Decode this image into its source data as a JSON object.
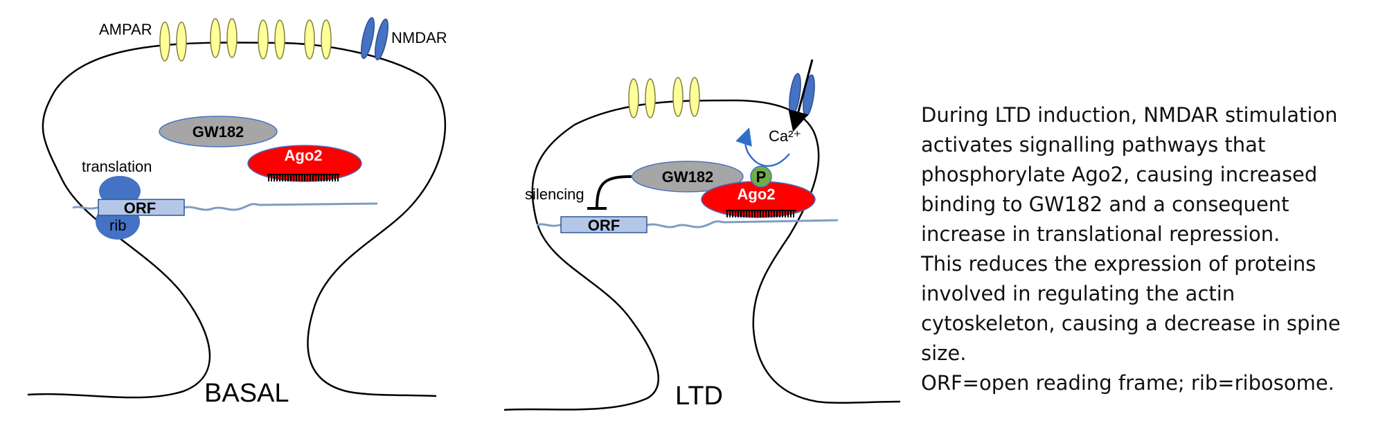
{
  "colors": {
    "receptor_ampar": "#ffff99",
    "receptor_nmdar": "#4472c4",
    "gw182_fill": "#a6a6a6",
    "ago2_fill": "#ff0000",
    "phospho_fill": "#70ad47",
    "orf_fill": "#b4c7e7",
    "ribosome_fill": "#4472c4",
    "mrna_line": "#7f9cc4",
    "outline": "#000000"
  },
  "basal": {
    "panel_label": "BASAL",
    "ampar_label": "AMPAR",
    "nmdar_label": "NMDAR",
    "gw182_label": "GW182",
    "ago2_label": "Ago2",
    "translation_label": "translation",
    "orf_label": "ORF",
    "rib_label": "rib"
  },
  "ltd": {
    "panel_label": "LTD",
    "calcium_label": "Ca²⁺",
    "gw182_label": "GW182",
    "ago2_label": "Ago2",
    "phospho_label": "P",
    "silencing_label": "silencing",
    "orf_label": "ORF"
  },
  "caption": {
    "lines": [
      "During LTD induction, NMDAR stimulation",
      "activates signalling pathways that",
      "phosphorylate Ago2, causing increased",
      "binding to GW182 and a consequent",
      "increase in translational repression.",
      "This reduces the expression of proteins",
      "involved in regulating the actin",
      "cytoskeleton, causing a decrease in spine",
      "size.",
      "ORF=open reading frame; rib=ribosome."
    ]
  }
}
